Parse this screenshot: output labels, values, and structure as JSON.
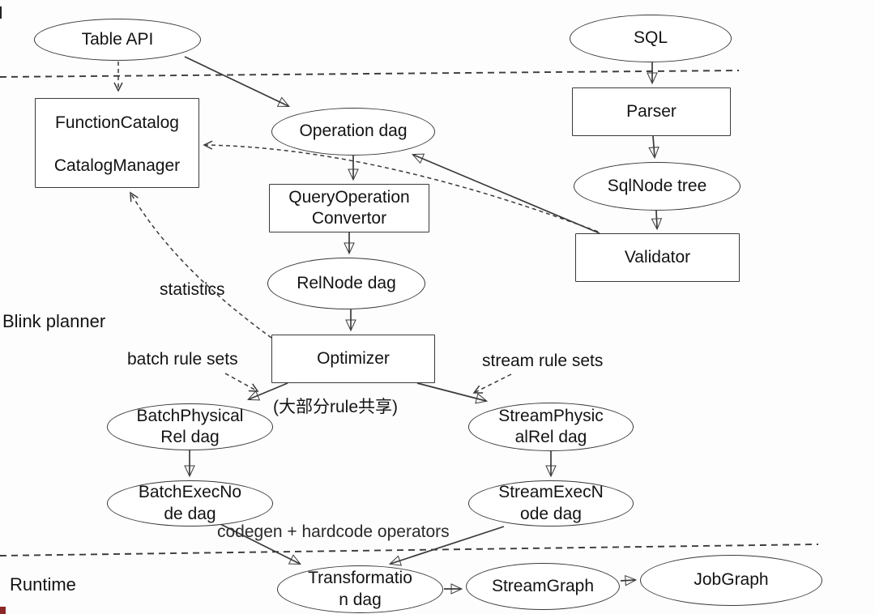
{
  "diagram": {
    "title": "Blink planner architecture flowchart",
    "colors": {
      "stroke": "#3a3a3a",
      "text": "#131313",
      "background": "#fdfdfd"
    },
    "nodes": {
      "table_api": "Table API",
      "sql": "SQL",
      "function_catalog": {
        "line1": "FunctionCatalog",
        "line2": "CatalogManager"
      },
      "operation_dag": "Operation dag",
      "parser": "Parser",
      "sqlnode_tree": "SqlNode tree",
      "query_operation_convertor": "QueryOperation\nConvertor",
      "validator": "Validator",
      "relnode_dag": "RelNode dag",
      "optimizer": "Optimizer",
      "batch_physical_rel_dag": "BatchPhysical\nRel dag",
      "stream_physical_rel_dag": "StreamPhysic\nalRel dag",
      "batch_exec_node_dag": "BatchExecNo\nde dag",
      "stream_exec_node_dag": "StreamExecN\node dag",
      "transformation_dag": "Transformatio\nn dag",
      "stream_graph": "StreamGraph",
      "job_graph": "JobGraph"
    },
    "labels": {
      "statistics": "statistics",
      "blink_planner": "Blink planner",
      "batch_rule_sets": "batch rule sets",
      "stream_rule_sets": "stream rule sets",
      "rule_share_note": "(大部分rule共享)",
      "codegen_note": "codegen + hardcode operators",
      "runtime": "Runtime"
    }
  }
}
